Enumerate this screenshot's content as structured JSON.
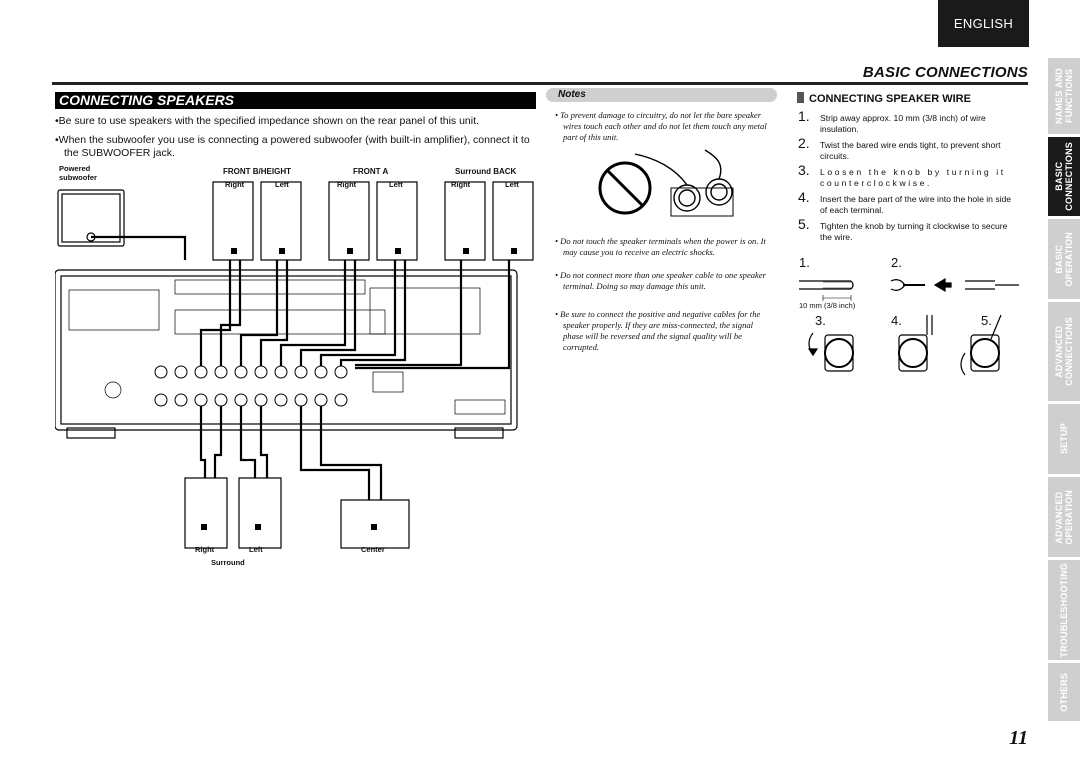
{
  "header": {
    "language_tab": "ENGLISH",
    "section_title": "BASIC CONNECTIONS",
    "page_number": "11"
  },
  "main": {
    "heading": "CONNECTING SPEAKERS",
    "bullets": [
      "•Be sure to use speakers with the specified impedance shown on the rear panel of this unit.",
      "•When the subwoofer you use is connecting a powered subwoofer (with built-in amplifier), connect it to the SUBWOOFER jack."
    ],
    "diagram": {
      "powered_subwoofer": "Powered\nsubwoofer",
      "front_b_height": "FRONT B/HEIGHT",
      "front_a": "FRONT A",
      "surround_back": "Surround BACK",
      "right": "Right",
      "left": "Left",
      "center": "Center",
      "surround": "Surround"
    }
  },
  "notes": {
    "title": "Notes",
    "items": [
      "• To prevent damage to circuitry, do not let the bare speaker wires touch each other and do not let them touch any metal part of this unit.",
      "• Do not touch the speaker terminals when the power is on. It may cause you to receive an electric shocks.",
      "• Do not connect more than one speaker cable to one speaker terminal. Doing so may damage this unit.",
      "• Be sure to connect the positive and negative cables for the speaker properly. If they are miss-connected, the signal phase will be reversed and the signal quality will be corrupted."
    ]
  },
  "wire": {
    "heading": "CONNECTING SPEAKER WIRE",
    "steps": [
      {
        "n": "1.",
        "text": "Strip away approx. 10 mm (3/8 inch) of wire insulation."
      },
      {
        "n": "2.",
        "text": "Twist the bared wire ends tight, to prevent short circuits."
      },
      {
        "n": "3.",
        "text": "Loosen the knob by turning it counterclockwise."
      },
      {
        "n": "4.",
        "text": "Insert the bare part of the wire into the hole in side of each terminal."
      },
      {
        "n": "5.",
        "text": "Tighten the knob by turning it clockwise to secure the wire."
      }
    ],
    "figure_numbers": [
      "1.",
      "2.",
      "3.",
      "4.",
      "5."
    ],
    "measure_label": "10 mm (3/8 inch)"
  },
  "side_tabs": [
    {
      "label": "NAMES AND\nFUNCTIONS",
      "active": false
    },
    {
      "label": "BASIC\nCONNECTIONS",
      "active": true
    },
    {
      "label": "BASIC\nOPERATION",
      "active": false
    },
    {
      "label": "ADVANCED\nCONNECTIONS",
      "active": false
    },
    {
      "label": "SETUP",
      "active": false
    },
    {
      "label": "ADVANCED\nOPERATION",
      "active": false
    },
    {
      "label": "TROUBLESHOOTING",
      "active": false
    },
    {
      "label": "OTHERS",
      "active": false
    }
  ]
}
